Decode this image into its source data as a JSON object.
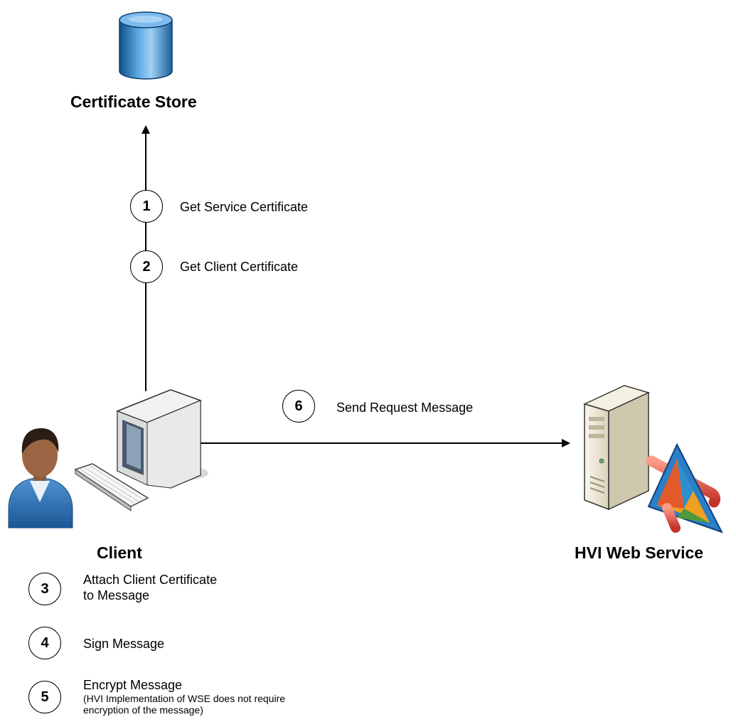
{
  "nodes": {
    "certificate_store": "Certificate Store",
    "client": "Client",
    "web_service": "HVI Web Service"
  },
  "steps": [
    {
      "number": "1",
      "label": "Get Service Certificate"
    },
    {
      "number": "2",
      "label": "Get Client Certificate"
    },
    {
      "number": "3",
      "label": "Attach Client Certificate",
      "label_line2": "to Message"
    },
    {
      "number": "4",
      "label": "Sign Message"
    },
    {
      "number": "5",
      "label": "Encrypt Message",
      "note_line1": "(HVI Implementation of WSE does not require",
      "note_line2": "encryption of the message)"
    },
    {
      "number": "6",
      "label": "Send Request Message"
    }
  ],
  "icons": {
    "database": "database-icon",
    "user": "user-icon",
    "workstation": "computer-icon",
    "keyboard": "keyboard-icon",
    "server": "server-icon",
    "service_badge": "web-service-badge-icon"
  },
  "colors": {
    "database_blue": "#2f7ab8",
    "server_beige": "#ece6d2",
    "user_shirt": "#2e6fb0"
  }
}
